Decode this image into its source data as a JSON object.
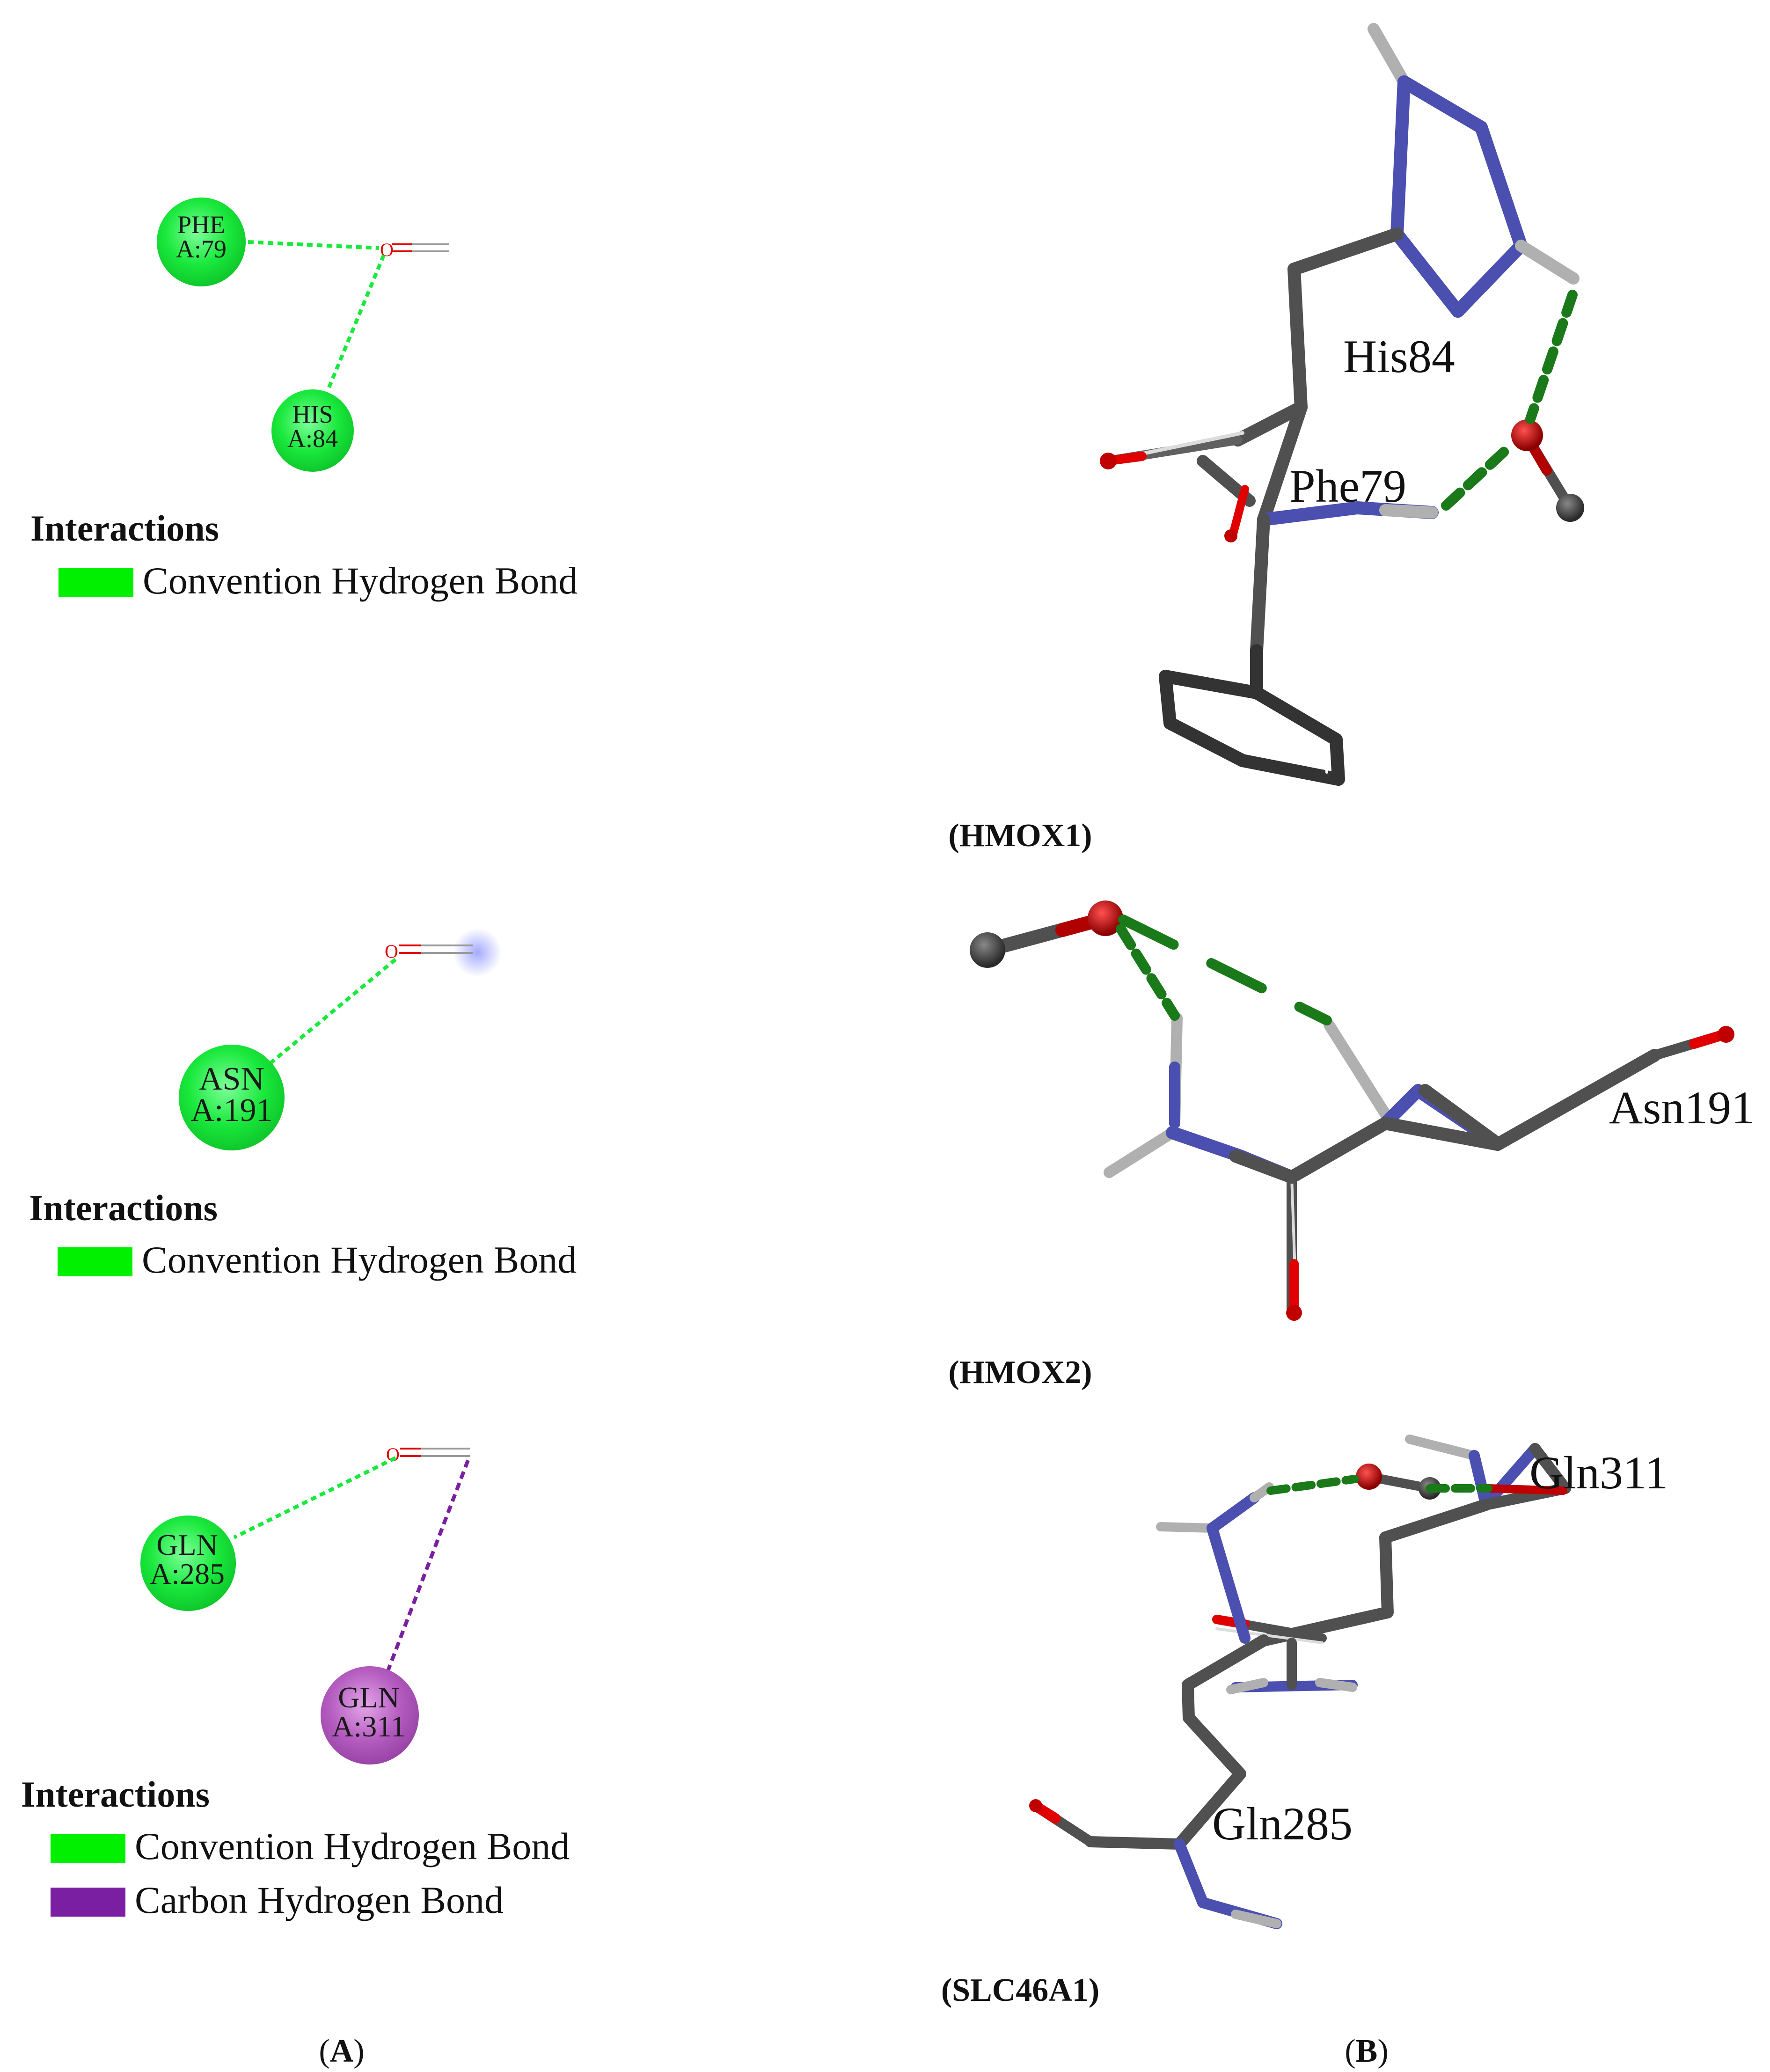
{
  "colors": {
    "conventional_hbond": "#00f000",
    "carbon_hbond": "#8a2be2",
    "oxygen": "#e00000",
    "bond_3d": "#1a7a1a",
    "carbon": "#505050",
    "nitrogen": "#4a4fb0",
    "hydrogen": "#b0b0b0"
  },
  "panel_a": {
    "label_open": "(",
    "label": "A",
    "label_close": ")",
    "diagrams": [
      {
        "residues": [
          {
            "name": "PHE",
            "chain": "A:79",
            "type": "conventional"
          },
          {
            "name": "HIS",
            "chain": "A:84",
            "type": "conventional"
          }
        ],
        "ligand_atom": "O",
        "legend_title": "Interactions",
        "legend": [
          {
            "label": "Convention Hydrogen Bond",
            "color": "#00f000"
          }
        ]
      },
      {
        "residues": [
          {
            "name": "ASN",
            "chain": "A:191",
            "type": "conventional"
          }
        ],
        "ligand_atom": "O",
        "legend_title": "Interactions",
        "legend": [
          {
            "label": "Convention Hydrogen Bond",
            "color": "#00f000"
          }
        ]
      },
      {
        "residues": [
          {
            "name": "GLN",
            "chain": "A:285",
            "type": "conventional"
          },
          {
            "name": "GLN",
            "chain": "A:311",
            "type": "carbon"
          }
        ],
        "ligand_atom": "O",
        "legend_title": "Interactions",
        "legend": [
          {
            "label": "Convention Hydrogen Bond",
            "color": "#00f000"
          },
          {
            "label": "Carbon Hydrogen Bond",
            "color": "#8a2be2"
          }
        ]
      }
    ]
  },
  "panel_b": {
    "label_open": "(",
    "label": "B",
    "label_close": ")",
    "structures": [
      {
        "protein": "(HMOX1)",
        "residue_labels": [
          "His84",
          "Phe79"
        ]
      },
      {
        "protein": "(HMOX2)",
        "residue_labels": [
          "Asn191"
        ]
      },
      {
        "protein": "(SLC46A1)",
        "residue_labels": [
          "Gln311",
          "Gln285"
        ]
      }
    ]
  }
}
